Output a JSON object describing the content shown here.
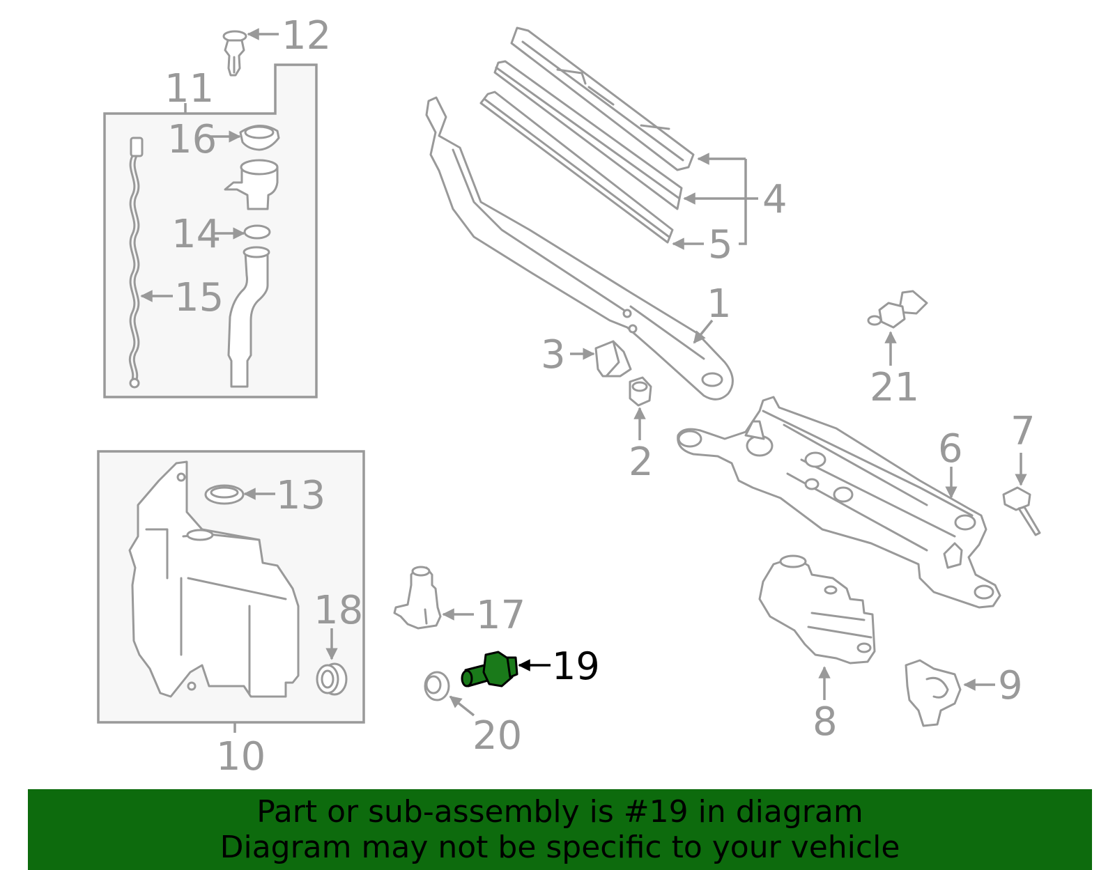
{
  "colors": {
    "part_line": "#999999",
    "highlight_fill": "#1a7a1a",
    "banner_background": "#0d6b0d",
    "banner_text": "#000000"
  },
  "highlighted_part": "19",
  "callouts": {
    "c1": "1",
    "c2": "2",
    "c3": "3",
    "c4": "4",
    "c5": "5",
    "c6": "6",
    "c7": "7",
    "c8": "8",
    "c9": "9",
    "c10": "10",
    "c11": "11",
    "c12": "12",
    "c13": "13",
    "c14": "14",
    "c15": "15",
    "c16": "16",
    "c17": "17",
    "c18": "18",
    "c19": "19",
    "c20": "20",
    "c21": "21"
  },
  "banner": {
    "line1": "Part or sub-assembly is #19 in diagram",
    "line2": "Diagram may not be specific to your vehicle"
  }
}
